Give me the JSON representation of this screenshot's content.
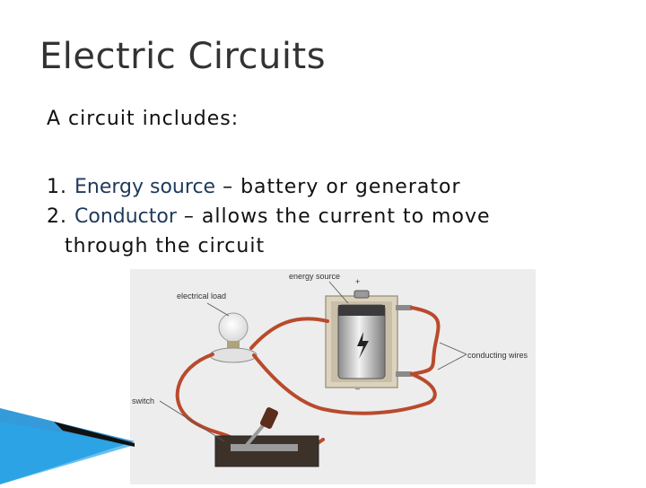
{
  "slide": {
    "title": "Electric Circuits",
    "intro": "A circuit includes:",
    "items": [
      {
        "num": "1.",
        "term": "Energy source",
        "rest": "– battery or generator"
      },
      {
        "num": "2.",
        "term": "Conductor",
        "rest": "– allows the current to move",
        "continuation": "through the circuit"
      }
    ]
  },
  "figure": {
    "labels": {
      "energy_source": "energy source",
      "plus": "+",
      "minus": "–",
      "electrical_load": "electrical load",
      "conducting_wires": "conducting wires",
      "switch": "switch"
    }
  },
  "colors": {
    "wire": "#b94a2c",
    "accent_blue": "#1f8fd6"
  }
}
